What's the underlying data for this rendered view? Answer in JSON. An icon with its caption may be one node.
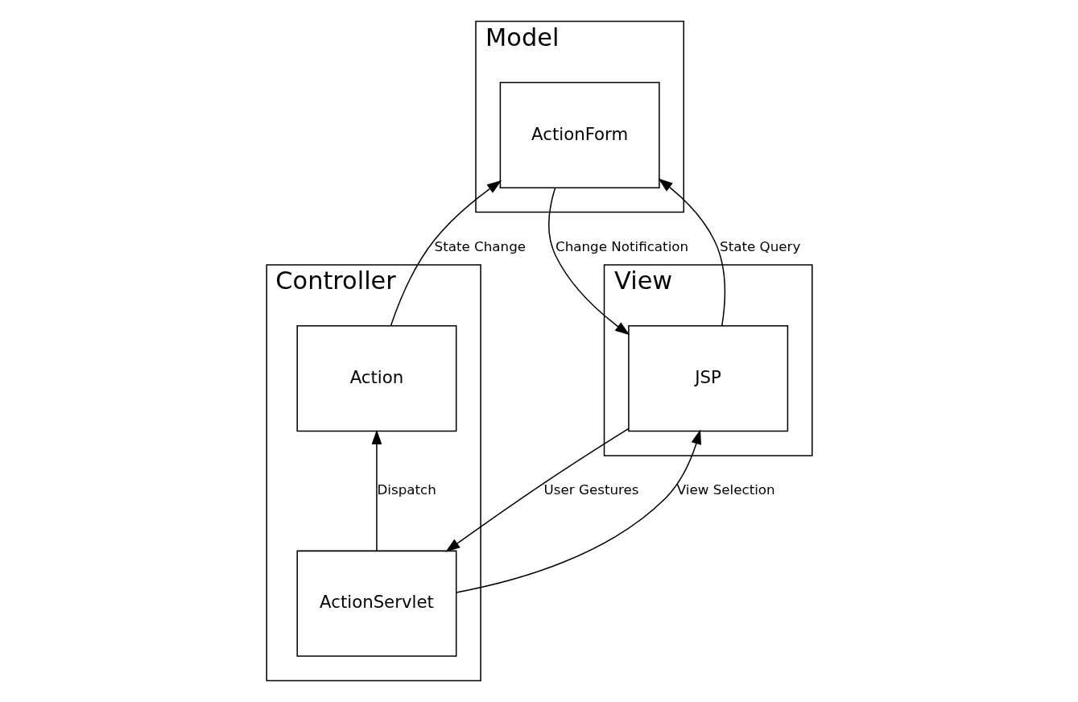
{
  "diagram": {
    "nodes": [
      {
        "text": [
          "Model"
        ]
      },
      {
        "text": [
          "ActionForm"
        ],
        "in": 0
      },
      {
        "text": [
          "View"
        ]
      },
      {
        "text": [
          "JSP"
        ],
        "in": 2
      },
      {
        "text": [
          "Controller"
        ]
      },
      {
        "text": [
          "Action"
        ],
        "in": 4
      },
      {
        "text": [
          "ActionServlet"
        ],
        "in": 4
      }
    ],
    "edges": [
      {
        "from": 3,
        "to": 1,
        "arrow": "to",
        "label": "State Query"
      },
      {
        "from": 1,
        "to": 3,
        "arrow": "to",
        "label": "Change Notification"
      },
      {
        "from": 5,
        "to": 1,
        "arrow": "to",
        "label": "State Change"
      },
      {
        "from": 6,
        "to": 5,
        "arrow": "to",
        "label": "Dispatch"
      },
      {
        "from": 6,
        "to": 3,
        "arrow": "to",
        "label": "View Selection"
      },
      {
        "from": 3,
        "to": 6,
        "arrow": "to",
        "label": "User Gestures"
      }
    ]
  }
}
